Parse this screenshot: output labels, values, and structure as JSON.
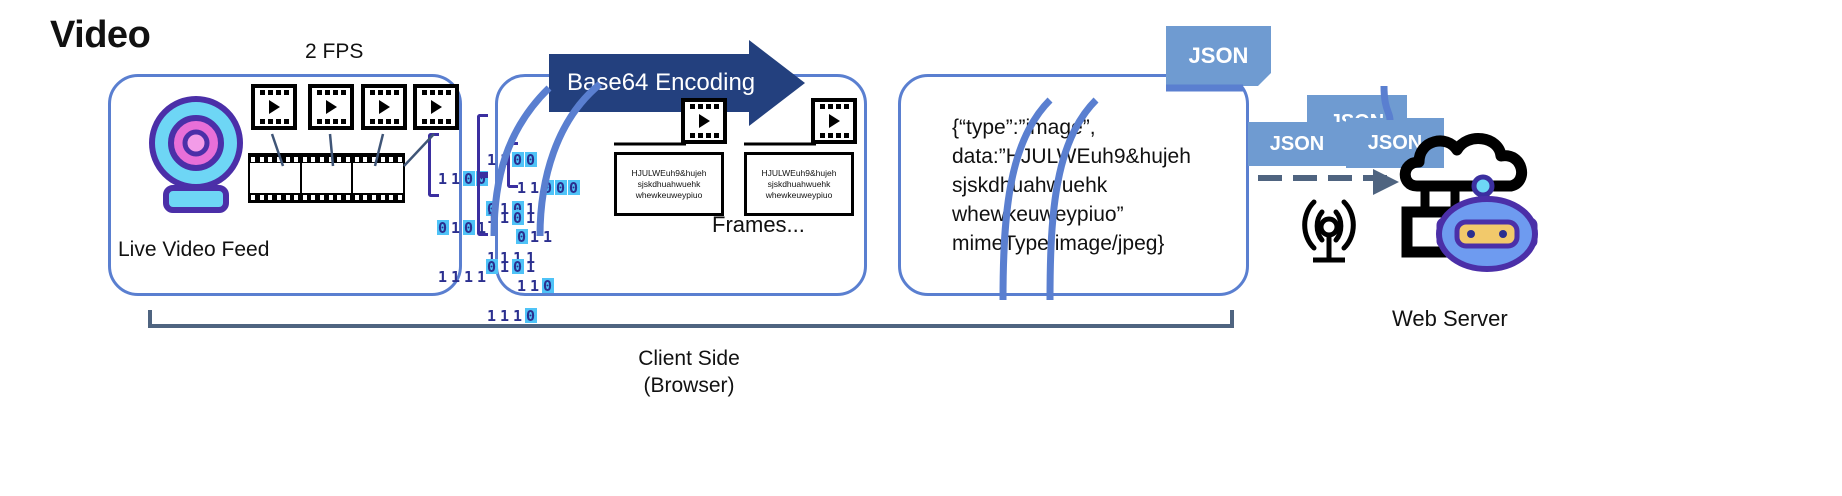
{
  "title": "Video",
  "colors": {
    "panel_border": "#5a7fd0",
    "arrow_navy": "#23407e",
    "json_badge": "#6f9bd1",
    "binary_digit": "#2b2f8f",
    "binary_zero_fill": "#4fc3f7",
    "bracket": "#3b2fa0",
    "dashed_arrow": "#4f6480",
    "webcam_body": "#6ed6f5",
    "webcam_outline": "#4b2fa8",
    "webcam_inner": "#e86fd8",
    "robot_head": "#6e9bf0",
    "robot_visor": "#f2c96b"
  },
  "capture": {
    "fps_label": "2 FPS",
    "caption": "Live Video Feed",
    "frame_icon_count": 4,
    "filmstrip_cells": 3
  },
  "binary": {
    "clusters": [
      {
        "rows": [
          "1100",
          "0101",
          "1111"
        ]
      },
      {
        "rows": [
          "1100",
          "0101",
          "1111"
        ]
      },
      {
        "rows": [
          "1000",
          "011",
          "110"
        ]
      }
    ]
  },
  "encode": {
    "arrow_label": "Base64 Encoding",
    "frames_caption": "Frames...",
    "frame_text": "HJULWEuh9&hujeh\nsjskdhuahwuehk\nwhewkeuweypiuo",
    "frame_count": 2
  },
  "json_panel": {
    "payload": "{“type”:”image”,\ndata:”HJULWEuh9&hujeh\nsjskdhuahwuehk\nwhewkeuweypiuo”\nmimeType:image/jpeg}"
  },
  "badges": {
    "label": "JSON",
    "count": 4
  },
  "server": {
    "label": "Web Server",
    "icon": "cloud-robot-icon",
    "antenna_icon": "wifi-antenna-icon"
  },
  "footer": {
    "client_label": "Client Side\n(Browser)"
  }
}
